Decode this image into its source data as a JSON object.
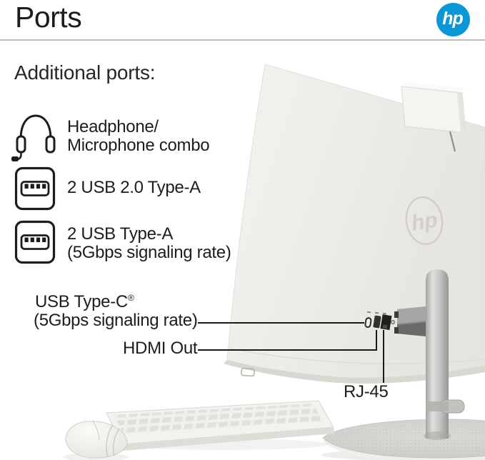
{
  "header": {
    "title": "Ports",
    "logo_text": "hp",
    "logo_color": "#0b97d7",
    "divider_color": "#bcbcbc"
  },
  "ports_list": {
    "heading": "Additional ports:",
    "items": [
      {
        "icon": "headset-icon",
        "lines": [
          "Headphone/",
          "Microphone combo"
        ]
      },
      {
        "icon": "usb-a-icon",
        "lines": [
          "2 USB 2.0 Type-A"
        ]
      },
      {
        "icon": "usb-a-icon",
        "lines": [
          "2 USB Type-A",
          "(5Gbps signaling rate)"
        ]
      }
    ]
  },
  "callouts": {
    "usb_c_line1": "USB Type-C",
    "usb_c_reg": "®",
    "usb_c_line2": "(5Gbps signaling rate)",
    "hdmi": "HDMI Out",
    "rj45": "RJ-45"
  },
  "device": {
    "description": "HP all-in-one desktop rear view with stand, wireless keyboard and mouse",
    "embossed_logo": "hp"
  },
  "colors": {
    "text": "#1d1d1b",
    "panel": "#edebe7",
    "stand": "#c6c5c3",
    "callout_line": "#1a1a1a"
  }
}
